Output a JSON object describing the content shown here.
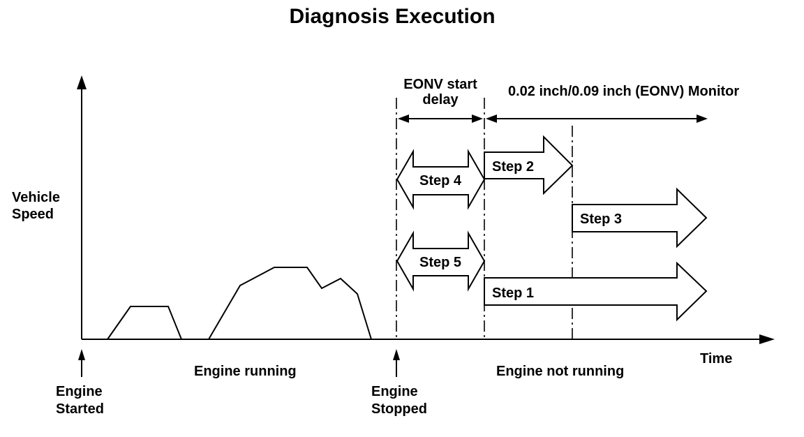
{
  "title": "Diagnosis Execution",
  "y_axis_label": [
    "Vehicle",
    "Speed"
  ],
  "x_axis_label": "Time",
  "events": {
    "engine_started": [
      "Engine",
      "Started"
    ],
    "engine_stopped": [
      "Engine",
      "Stopped"
    ]
  },
  "phases": {
    "engine_running": "Engine running",
    "engine_not_running": "Engine not running"
  },
  "intervals": {
    "start_delay": [
      "EONV start",
      "delay"
    ],
    "monitor": "0.02 inch/0.09 inch (EONV) Monitor"
  },
  "steps": {
    "step1": "Step 1",
    "step2": "Step 2",
    "step3": "Step 3",
    "step4": "Step 4",
    "step5": "Step 5"
  },
  "colors": {
    "ink": "#000000",
    "background": "#ffffff"
  }
}
